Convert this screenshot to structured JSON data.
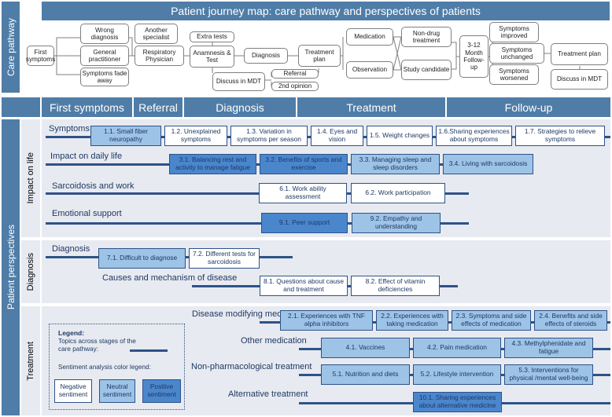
{
  "title": "Patient journey map: care pathway and perspectives of patients",
  "care_pathway": {
    "label": "Care pathway",
    "nodes": {
      "first_symptoms": "First symptoms",
      "wrong_diagnosis": "Wrong diagnosis",
      "general_practitioner": "General practitioner",
      "symptoms_fade_away": "Symptoms fade away",
      "another_specialist": "Another specialist",
      "respiratory_physician": "Respiratory Physician",
      "extra_tests": "Extra tests",
      "anamnesis_test": "Anamnesis & Test",
      "discuss_in_mdt": "Discuss in MDT",
      "diagnosis": "Diagnosis",
      "referral": "Referral",
      "second_opinion": "2nd opinion",
      "treatment_plan": "Treatment plan",
      "medication": "Medication",
      "observation": "Observation",
      "non_drug_treatment": "Non-drug treatment",
      "study_candidate": "Study candidate",
      "follow_up": "3-12 Month Follow-up",
      "symptoms_improved": "Symptoms improved",
      "symptoms_unchanged": "Symptoms unchanged",
      "symptoms_worsened": "Symptoms worsened",
      "treatment_plan_2": "Treatment plan",
      "discuss_in_mdt_2": "Discuss in MDT"
    }
  },
  "stages": [
    "First symptoms",
    "Referral",
    "Diagnosis",
    "Treatment",
    "Follow-up"
  ],
  "patient_perspectives_label": "Patient perspectives",
  "groups": {
    "impact": {
      "label": "Impact on life",
      "sections": [
        {
          "title": "Symptoms",
          "topics": [
            {
              "label": "1.1. Small fiber neuropathy",
              "sentiment": "neutral"
            },
            {
              "label": "1.2. Unexplained symptoms",
              "sentiment": "negative"
            },
            {
              "label": "1.3. Variation in symptoms per season",
              "sentiment": "negative"
            },
            {
              "label": "1.4. Eyes and vision",
              "sentiment": "negative"
            },
            {
              "label": "1.5. Weight changes",
              "sentiment": "negative"
            },
            {
              "label": "1.6.Sharing experiences about symptoms",
              "sentiment": "negative"
            },
            {
              "label": "1.7. Strategies to relieve symptoms",
              "sentiment": "negative"
            }
          ]
        },
        {
          "title": "Impact on daily life",
          "topics": [
            {
              "label": "3.1. Balancing rest and activity to manage fatigue",
              "sentiment": "positive"
            },
            {
              "label": "3.2. Benefits of sports and exercise",
              "sentiment": "positive"
            },
            {
              "label": "3.3. Managing sleep and sleep disorders",
              "sentiment": "neutral"
            },
            {
              "label": "3.4. Living with sarcoidosis",
              "sentiment": "neutral"
            }
          ]
        },
        {
          "title": "Sarcoidosis and work",
          "topics": [
            {
              "label": "6.1. Work ability assessment",
              "sentiment": "negative"
            },
            {
              "label": "6.2. Work participation",
              "sentiment": "negative"
            }
          ]
        },
        {
          "title": "Emotional support",
          "topics": [
            {
              "label": "9.1. Peer support",
              "sentiment": "positive"
            },
            {
              "label": "9.2. Empathy and understanding",
              "sentiment": "neutral"
            }
          ]
        }
      ]
    },
    "diagnosis": {
      "label": "Diagnosis",
      "sections": [
        {
          "title": "Diagnosis",
          "topics": [
            {
              "label": "7.1. Difficult to diagnose",
              "sentiment": "neutral"
            },
            {
              "label": "7.2. Different tests for sarcoidosis",
              "sentiment": "negative"
            }
          ]
        },
        {
          "title": "Causes and mechanism of disease",
          "topics": [
            {
              "label": "8.1. Questions about cause and treatment",
              "sentiment": "negative"
            },
            {
              "label": "8.2. Effect of vitamin deficiencies",
              "sentiment": "negative"
            }
          ]
        }
      ]
    },
    "treatment": {
      "label": "Treatment",
      "sections": [
        {
          "title": "Disease modifying medication",
          "topics": [
            {
              "label": "2.1. Experiences with TNF alpha inhibitors",
              "sentiment": "neutral"
            },
            {
              "label": "2.2. Experiences with taking medication",
              "sentiment": "neutral"
            },
            {
              "label": "2.3. Symptoms and side effects of medication",
              "sentiment": "neutral"
            },
            {
              "label": "2.4. Benefits and side effects of steroids",
              "sentiment": "neutral"
            }
          ]
        },
        {
          "title": "Other medication",
          "topics": [
            {
              "label": "4.1. Vaccines",
              "sentiment": "neutral"
            },
            {
              "label": "4.2. Pain medication",
              "sentiment": "neutral"
            },
            {
              "label": "4.3. Methylphenidate and fatigue",
              "sentiment": "neutral"
            }
          ]
        },
        {
          "title": "Non-pharmacological treatment",
          "topics": [
            {
              "label": "5.1. Nutrition and diets",
              "sentiment": "neutral"
            },
            {
              "label": "5.2. Lifestyle intervention",
              "sentiment": "neutral"
            },
            {
              "label": "5.3. Interventions for physical /mental well-being",
              "sentiment": "neutral"
            }
          ]
        },
        {
          "title": "Alternative treatment",
          "topics": [
            {
              "label": "10.1. Sharing experiences about alternative medicine",
              "sentiment": "positive"
            }
          ]
        }
      ]
    }
  },
  "legend": {
    "title": "Legend:",
    "line_label": "Topics across stages of the care pathway:",
    "sentiment_title": "Sentiment analysis color legend:",
    "negative": "Negative sentiment",
    "neutral": "Neutral sentiment",
    "positive": "Positive sentiment"
  },
  "colors": {
    "header": "#4f7da7",
    "panel": "#e7eaf0",
    "line": "#2e5288",
    "negative": "#ffffff",
    "neutral": "#9dc3e6",
    "positive": "#4a86cc"
  }
}
